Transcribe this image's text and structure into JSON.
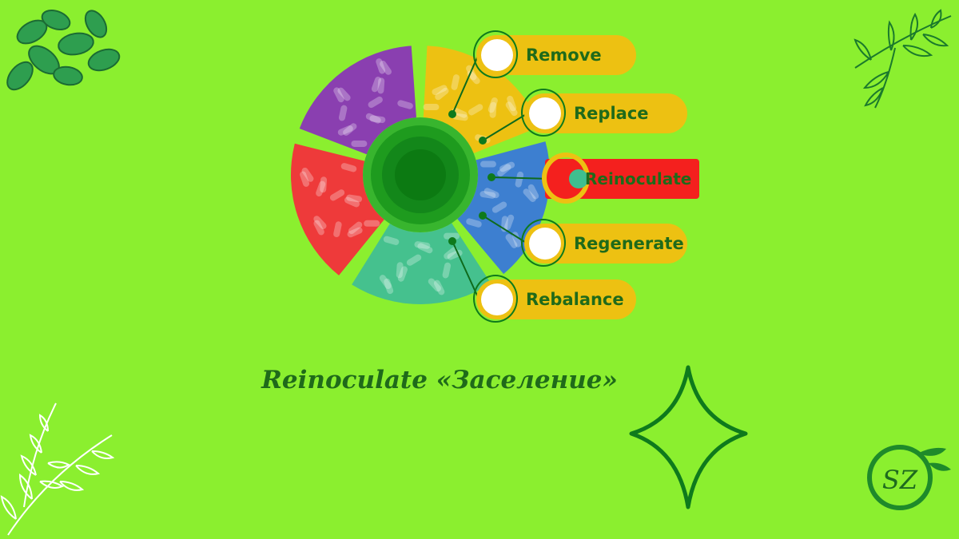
{
  "steps": [
    {
      "label": "Remove",
      "active": false
    },
    {
      "label": "Replace",
      "active": false
    },
    {
      "label": "Reinoculate",
      "active": true
    },
    {
      "label": "Regenerate",
      "active": false
    },
    {
      "label": "Rebalance",
      "active": false
    }
  ],
  "caption": "Reinoculate «Заселение»",
  "logo": {
    "text": "SZ"
  },
  "colors": {
    "background": "#8BEF2F",
    "pill": "#EDC112",
    "active_pill": "#F4201E",
    "text": "#1F6A1A",
    "segments": [
      "#EDC112",
      "#3D7FD0",
      "#45C18E",
      "#EE3A3A",
      "#8A3FB0"
    ]
  }
}
